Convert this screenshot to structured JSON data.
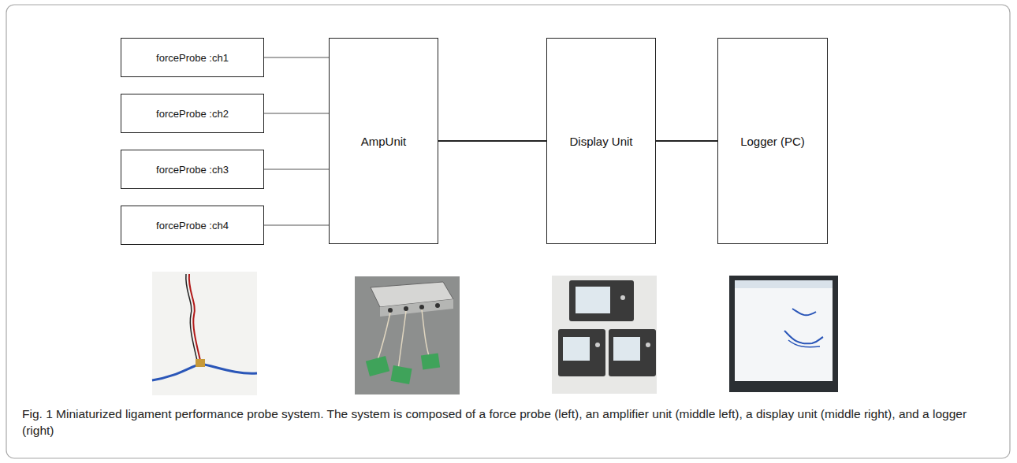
{
  "diagram": {
    "caption": "Fig. 1 Miniaturized ligament performance probe system. The system is composed of a force probe (left), an amplifier unit (middle left), a display unit (middle right), and a logger (right)",
    "nodes": [
      {
        "text": [
          "forceProbe :ch1"
        ]
      },
      {
        "text": [
          "forceProbe :ch2"
        ]
      },
      {
        "text": [
          "forceProbe :ch3"
        ]
      },
      {
        "text": [
          "forceProbe :ch4"
        ]
      },
      {
        "text": [
          "AmpUnit"
        ]
      },
      {
        "text": [
          "Display Unit"
        ]
      },
      {
        "text": [
          "Logger (PC)"
        ]
      }
    ],
    "edges": [
      {
        "from": 0,
        "to": 4,
        "arrow": "none"
      },
      {
        "from": 1,
        "to": 4,
        "arrow": "none"
      },
      {
        "from": 2,
        "to": 4,
        "arrow": "none"
      },
      {
        "from": 3,
        "to": 4,
        "arrow": "none"
      },
      {
        "from": 4,
        "to": 5,
        "arrow": "none"
      },
      {
        "from": 5,
        "to": 6,
        "arrow": "none"
      }
    ]
  }
}
